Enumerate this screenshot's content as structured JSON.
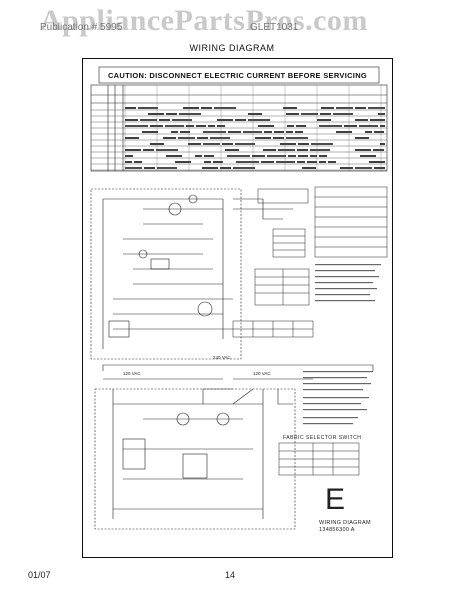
{
  "header": {
    "watermark": "AppliancePartsPros.com",
    "brand": "Publication # 5995",
    "model": "GLET1031",
    "title": "WIRING DIAGRAM"
  },
  "diagram": {
    "caution": "CAUTION: DISCONNECT ELECTRIC CURRENT BEFORE SERVICING",
    "voltage_top": "240 VAC",
    "voltage_left": "120 VAC",
    "voltage_right": "120 VAC",
    "fabric_selector_title": "FABRIC SELECTOR SWITCH",
    "sheet_letter": "E",
    "sheet_caption_line1": "WIRING DIAGRAM",
    "sheet_caption_line2": "134856300 A"
  },
  "footer": {
    "date": "01/07",
    "page": "14"
  }
}
